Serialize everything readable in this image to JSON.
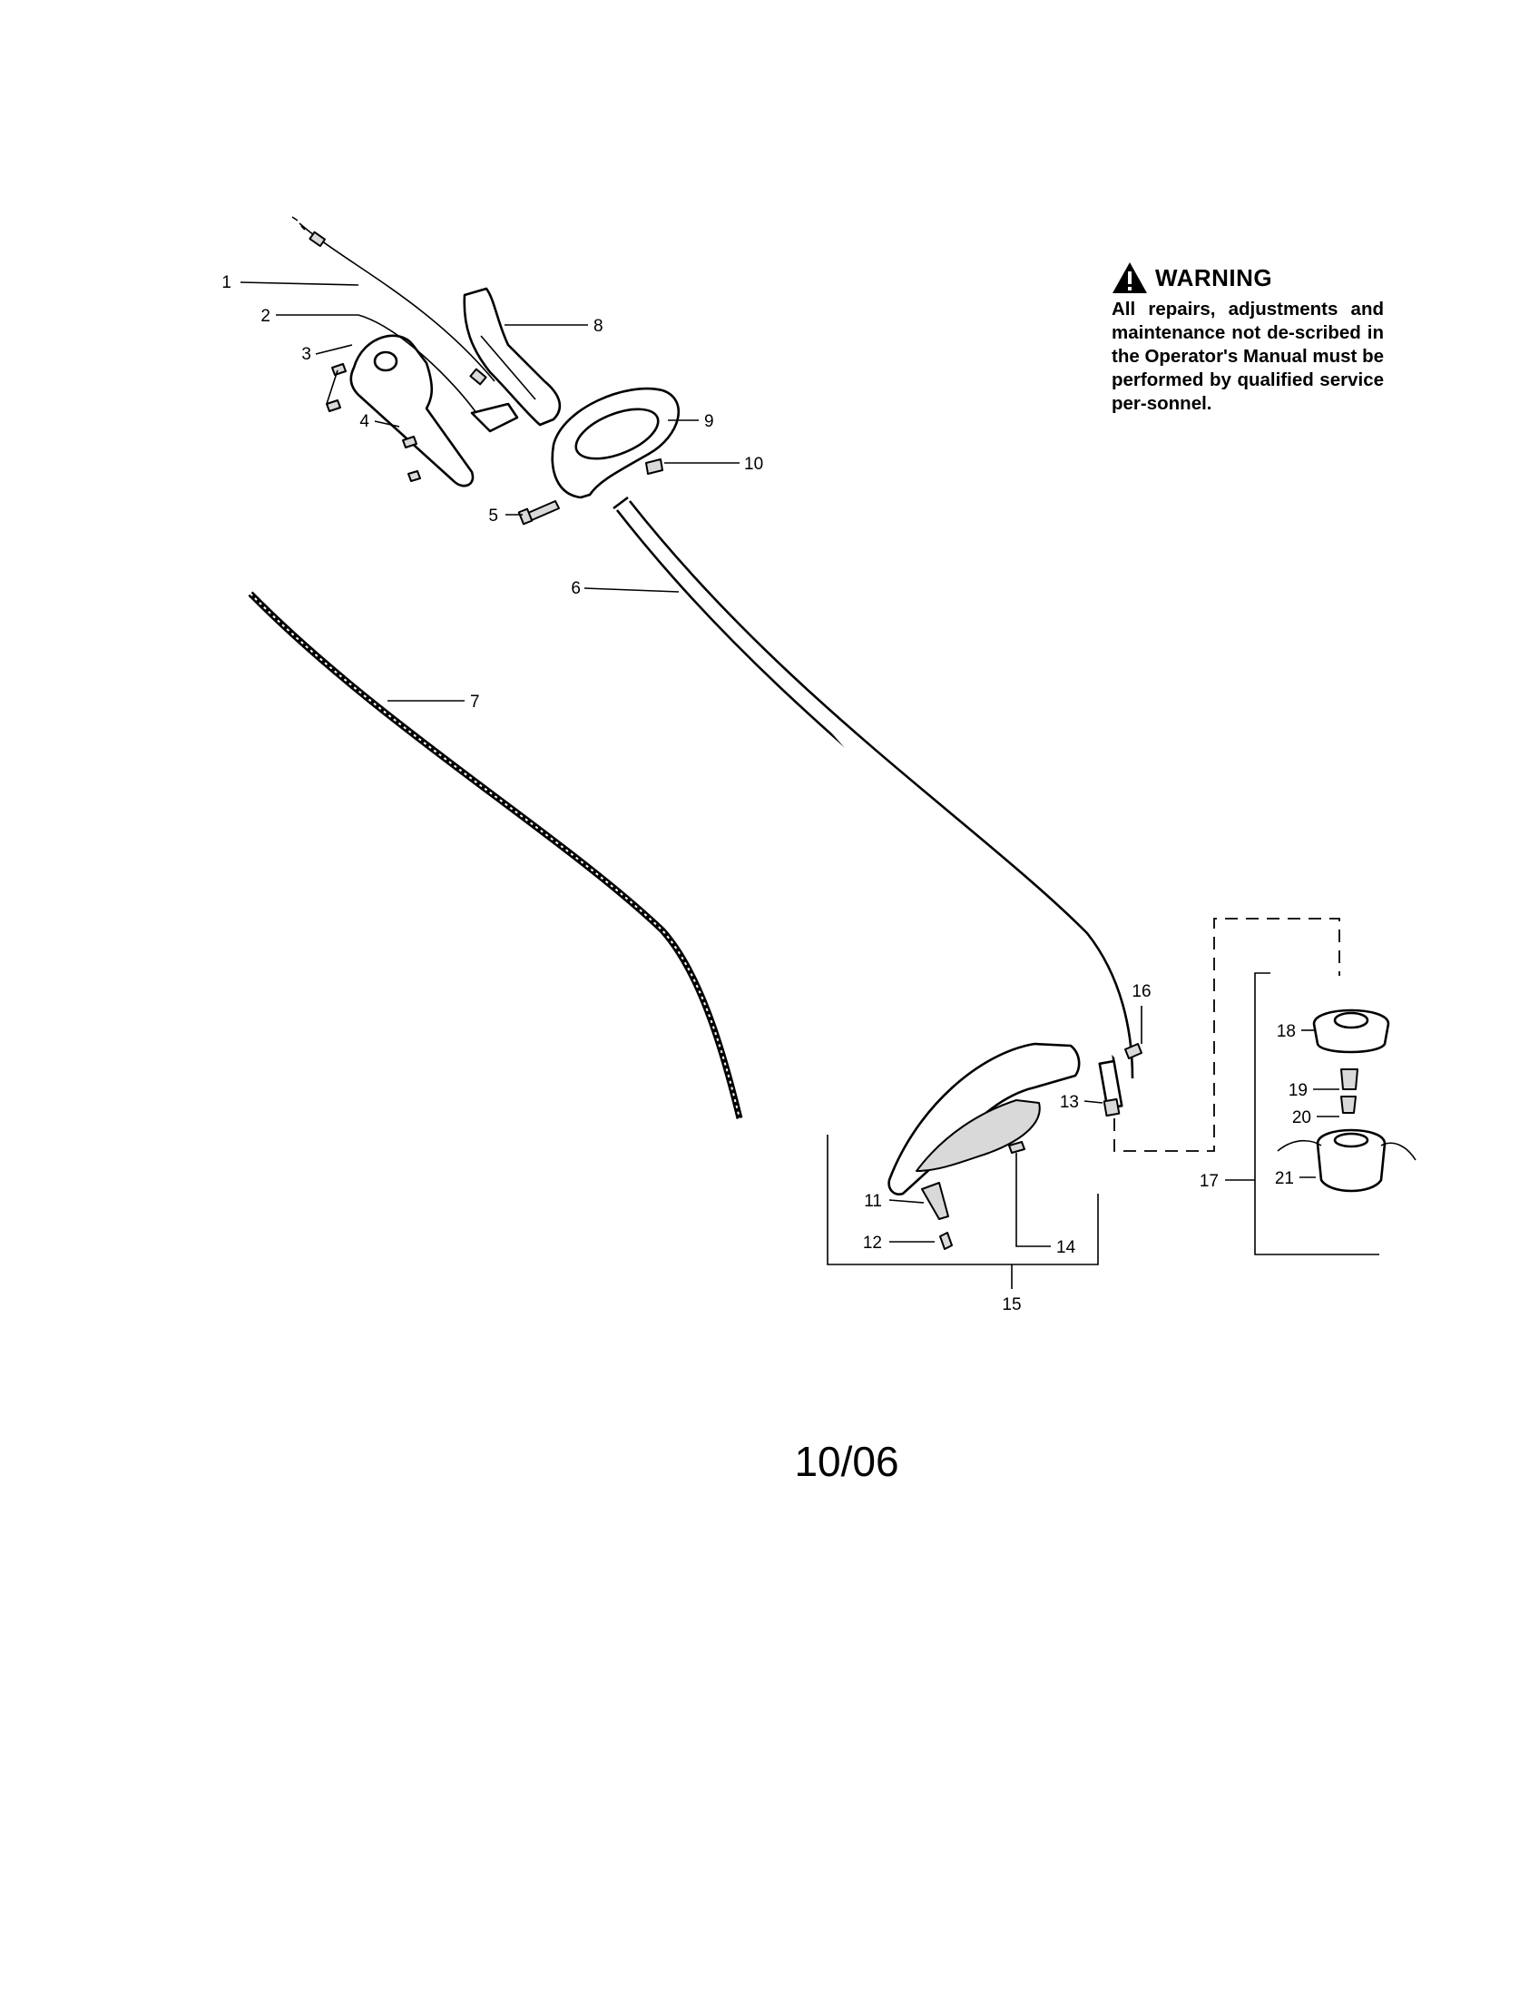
{
  "warning": {
    "icon": "warning-triangle-icon",
    "title": "WARNING",
    "text": "All repairs, adjustments and maintenance not de-scribed in the Operator's Manual must be performed by qualified service per-sonnel."
  },
  "callouts": [
    "1",
    "2",
    "3",
    "4",
    "5",
    "6",
    "7",
    "8",
    "9",
    "10",
    "11",
    "12",
    "13",
    "14",
    "15",
    "16",
    "17",
    "18",
    "19",
    "20",
    "21"
  ],
  "footer": {
    "code": "10/06"
  }
}
